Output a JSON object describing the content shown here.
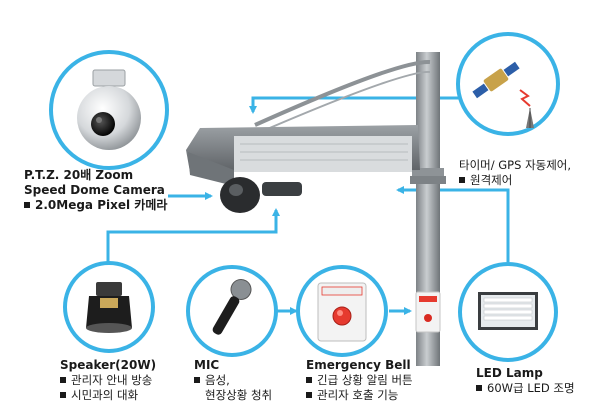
{
  "camera": {
    "line1": "P.T.Z. 20배 Zoom",
    "line2": "Speed Dome Camera",
    "line3": "2.0Mega Pixel 카메라"
  },
  "gps": {
    "line1": "타이머/ GPS 자동제어,",
    "line2": "원격제어"
  },
  "speaker": {
    "title": "Speaker(20W)",
    "items": [
      "관리자 안내 방송",
      "시민과의 대화"
    ]
  },
  "mic": {
    "title": "MIC",
    "items": [
      "음성,",
      "현장상황 청취"
    ]
  },
  "bell": {
    "title": "Emergency Bell",
    "items": [
      "긴급 상황 알림 버튼",
      "관리자 호출 기능"
    ]
  },
  "led": {
    "title": "LED Lamp",
    "items": [
      "60W급 LED 조명"
    ]
  },
  "colors": {
    "circle_border": "#3ab3e6",
    "connector": "#3ab3e6",
    "pole": "#9a9fa3",
    "housing": "#7a7f83"
  }
}
